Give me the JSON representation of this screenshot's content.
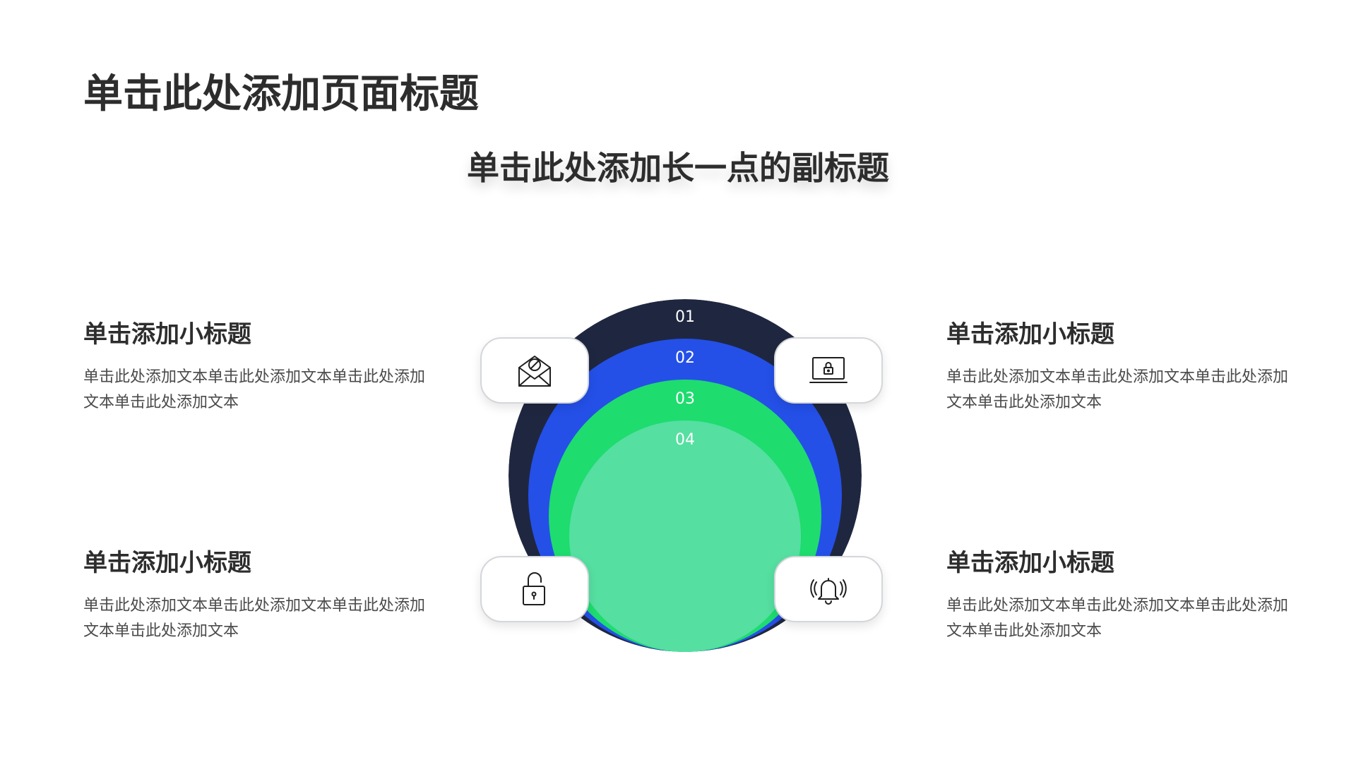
{
  "page": {
    "title": "单击此处添加页面标题",
    "subtitle": "单击此处添加长一点的副标题"
  },
  "blocks": [
    {
      "heading": "单击添加小标题",
      "text": "单击此处添加文本单击此处添加文本单击此处添加文本单击此处添加文本"
    },
    {
      "heading": "单击添加小标题",
      "text": "单击此处添加文本单击此处添加文本单击此处添加文本单击此处添加文本"
    },
    {
      "heading": "单击添加小标题",
      "text": "单击此处添加文本单击此处添加文本单击此处添加文本单击此处添加文本"
    },
    {
      "heading": "单击添加小标题",
      "text": "单击此处添加文本单击此处添加文本单击此处添加文本单击此处添加文本"
    }
  ],
  "layers": [
    {
      "label": "01",
      "color": "#1f2740"
    },
    {
      "label": "02",
      "color": "#2450e8"
    },
    {
      "label": "03",
      "color": "#1edc6e"
    },
    {
      "label": "04",
      "color": "#55dfa1"
    }
  ],
  "icons": [
    {
      "name": "blocked-mail-icon"
    },
    {
      "name": "laptop-lock-icon"
    },
    {
      "name": "unlock-icon"
    },
    {
      "name": "ringing-bell-icon"
    }
  ]
}
